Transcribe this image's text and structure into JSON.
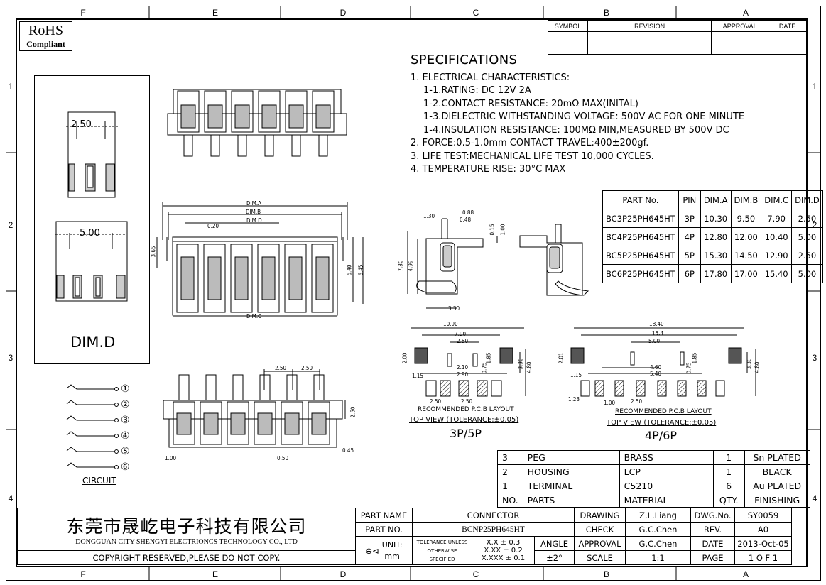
{
  "zones": {
    "columns": [
      "F",
      "E",
      "D",
      "C",
      "B",
      "A"
    ],
    "rows": [
      "1",
      "2",
      "3",
      "4"
    ]
  },
  "rohs": {
    "line1": "RoHS",
    "line2": "Compliant"
  },
  "revision_table": {
    "headers": [
      "SYMBOL",
      "REVISION",
      "APPROVAL",
      "DATE"
    ]
  },
  "specifications": {
    "title": "SPECIFICATIONS",
    "lines": [
      "1. ELECTRICAL CHARACTERISTICS:",
      "1-1.RATING: DC 12V 2A",
      "1-2.CONTACT RESISTANCE: 20mΩ MAX(INITAL)",
      "1-3.DIELECTRIC WITHSTANDING VOLTAGE: 500V AC FOR ONE MINUTE",
      "1-4.INSULATION RESISTANCE: 100MΩ MIN,MEASURED BY 500V DC",
      "2. FORCE:0.5-1.0mm CONTACT TRAVEL:400±200gf.",
      "3. LIFE TEST:MECHANICAL LIFE TEST 10,000 CYCLES.",
      "4. TEMPERATURE RISE: 30°C MAX"
    ]
  },
  "part_table": {
    "headers": [
      "PART No.",
      "PIN",
      "DIM.A",
      "DIM.B",
      "DIM.C",
      "DIM.D"
    ],
    "rows": [
      [
        "BC3P25PH645HT",
        "3P",
        "10.30",
        "9.50",
        "7.90",
        "2.50"
      ],
      [
        "BC4P25PH645HT",
        "4P",
        "12.80",
        "12.00",
        "10.40",
        "5.00"
      ],
      [
        "BC5P25PH645HT",
        "5P",
        "15.30",
        "14.50",
        "12.90",
        "2.50"
      ],
      [
        "BC6P25PH645HT",
        "6P",
        "17.80",
        "17.00",
        "15.40",
        "5.00"
      ]
    ]
  },
  "dims": {
    "dim_d_2_50": "2.50",
    "dim_d_5_00": "5.00",
    "dim_d_label": "DIM.D",
    "dim_a": "DIM.A",
    "dim_b": "DIM.B",
    "dim_dd": "DIM.D",
    "dim_c": "DIM.C",
    "v020": "0.20",
    "v365": "3.65",
    "v640": "6.40",
    "v645": "6.45",
    "v250a": "2.50",
    "v250b": "2.50",
    "v250c": "2.50",
    "v045": "0.45",
    "v100": "1.00",
    "v050": "0.50",
    "side_130": "1.30",
    "side_088": "0.88",
    "side_048": "0.48",
    "side_015": "0.15",
    "side_100": "1.00",
    "side_730": "7.30",
    "side_499": "4.99",
    "side_330": "3.30",
    "l_1090": "10.90",
    "l_790": "7.90",
    "l_250": "2.50",
    "l_200": "2.00",
    "l_185": "1.85",
    "l_075": "0.75",
    "l_210": "2.10",
    "l_290": "2.90",
    "l_115": "1.15",
    "l_330": "3.30",
    "l_480": "4.80",
    "l_250b": "2.50",
    "l_250c": "2.50",
    "r_1840": "18.40",
    "r_154": "15.4",
    "r_500": "5.00",
    "r_201": "2.01",
    "r_185": "1.85",
    "r_075": "0.75",
    "r_460": "4.60",
    "r_540": "5.40",
    "r_115": "1.15",
    "r_330": "3.30",
    "r_480": "4.80",
    "r_123": "1.23",
    "r_100": "1.00",
    "r_250": "2.50"
  },
  "layout_left": {
    "title": "RECOMMENDED P.C.B LAYOUT",
    "subtitle": "TOP VIEW (TOLERANCE:±0.05)",
    "variant": "3P/5P"
  },
  "layout_right": {
    "title": "RECOMMENDED P.C.B LAYOUT",
    "subtitle": "TOP VIEW (TOLERANCE:±0.05)",
    "variant": "4P/6P"
  },
  "circuit": {
    "label": "CIRCUIT",
    "pins": [
      "①",
      "②",
      "③",
      "④",
      "⑤",
      "⑥"
    ]
  },
  "bom": {
    "rows": [
      [
        "3",
        "PEG",
        "BRASS",
        "1",
        "Sn PLATED"
      ],
      [
        "2",
        "HOUSING",
        "LCP",
        "1",
        "BLACK"
      ],
      [
        "1",
        "TERMINAL",
        "C5210",
        "6",
        "Au PLATED"
      ],
      [
        "NO.",
        "PARTS",
        "MATERIAL",
        "QTY.",
        "FINISHING"
      ]
    ]
  },
  "title_block": {
    "company_cn": "东莞市晟屹电子科技有限公司",
    "company_en": "DONGGUAN CITY SHENGYI ELECTRIONCS TECHNOLOGY CO., LTD",
    "copyright": "COPYRIGHT RESERVED,PLEASE DO NOT COPY.",
    "part_name_label": "PART NAME",
    "part_name": "CONNECTOR",
    "part_no_label": "PART NO.",
    "part_no": "BCNP25PH645HT",
    "unit_label": "UNIT:",
    "unit": "mm",
    "tolerance_note1": "TOLERANCE UNLESS",
    "tolerance_note2": "OTHERWISE SPECIFIED",
    "tol1": "X.X ± 0.3",
    "tol2": "X.XX ± 0.2",
    "tol3": "X.XXX ± 0.1",
    "angle_label": "ANGLE",
    "angle": "±2°",
    "drawing_label": "DRAWING",
    "drawing": "Z.L.Liang",
    "check_label": "CHECK",
    "check": "G.C.Chen",
    "approval_label": "APPROVAL",
    "approval": "G.C.Chen",
    "scale_label": "SCALE",
    "scale": "1:1",
    "dwg_label": "DWG.No.",
    "dwg": "SY0059",
    "rev_label": "REV.",
    "rev": "A0",
    "date_label": "DATE",
    "date": "2013-Oct-05",
    "page_label": "PAGE",
    "page": "1 O F 1"
  }
}
